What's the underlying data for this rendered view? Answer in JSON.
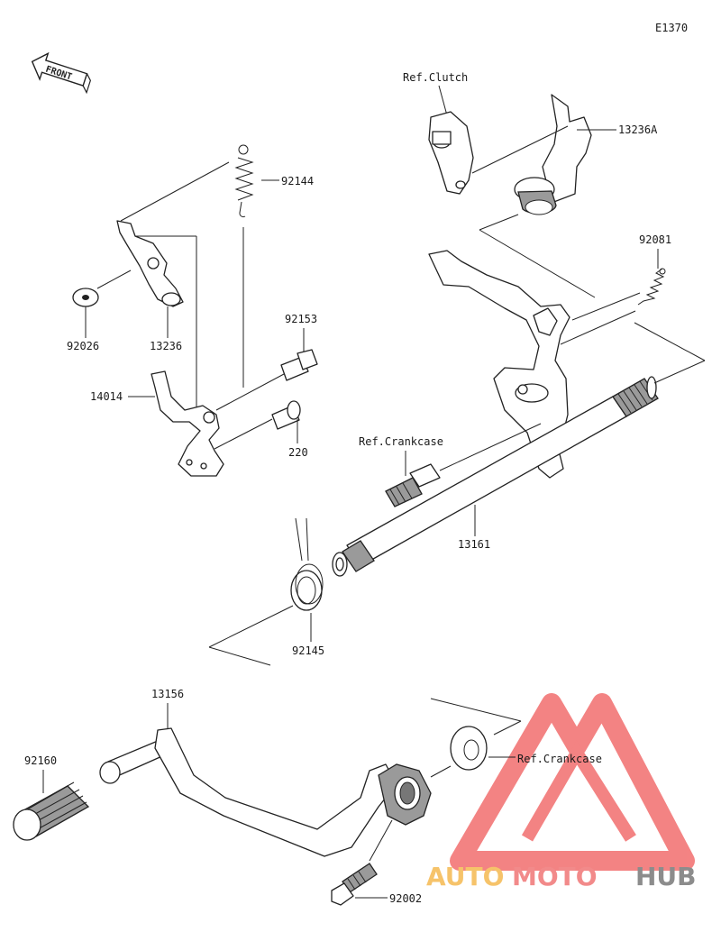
{
  "diagram_code": "E1370",
  "front_tag": "FRONT",
  "parts": {
    "p13236A": "13236A",
    "p92081": "92081",
    "p92144": "92144",
    "p92026": "92026",
    "p13236": "13236",
    "p92153": "92153",
    "p14014": "14014",
    "p220": "220",
    "p13161": "13161",
    "p92145": "92145",
    "p13156": "13156",
    "p92160": "92160",
    "p92002": "92002"
  },
  "refs": {
    "clutch": "Ref.Clutch",
    "crankcase_mid": "Ref.Crankcase",
    "crankcase_low": "Ref.Crankcase"
  },
  "watermark": {
    "auto": "AUTO",
    "moto": "MOTO",
    "hub": "HUB",
    "colors": {
      "auto": "#f6c36a",
      "moto": "#f28a8a",
      "hub": "#8c8c8c",
      "triangle": "#f05a5a"
    }
  }
}
